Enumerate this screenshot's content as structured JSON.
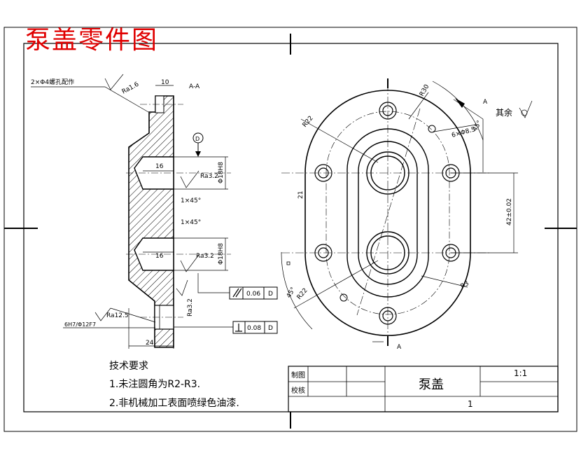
{
  "drawing_title": "泵盖零件图",
  "section_view": {
    "section_label": "A-A",
    "thread_note": "2×Φ4螺孔配作",
    "top_width": "10",
    "roughness_top": "Ra1.6",
    "datum": "D",
    "bore_depth_upper": "16",
    "bore_depth_lower": "16",
    "ra_upper": "Ra3.2",
    "ra_lower": "Ra3.2",
    "ra_bottom": "Ra3.2",
    "ra_side": "Ra12.5",
    "chamfer_upper": "1×45°",
    "chamfer_lower": "1×45°",
    "dia_upper": "Φ18H8",
    "dia_lower": "Φ18H8",
    "fit_note": "6H7/Φ12F7",
    "thickness": "24",
    "parallelism_value": "0.06",
    "perpendicularity_value": "0.08",
    "tolerance_datum": "D"
  },
  "front_view": {
    "cut_label_top": "A",
    "cut_label_bottom": "A",
    "r_outer": "R30",
    "r_pcd": "R22",
    "r_pcd_lower": "R22",
    "hole_note": "6×Φ8.5",
    "angle_upper": "45°",
    "angle_lower": "45°",
    "dim_21": "21",
    "center_distance": "42±0.02",
    "r_corner": "R3",
    "surface_rest": "其余"
  },
  "technical_requirements": {
    "heading": "技术要求",
    "items": [
      "1.未注圆角为R2-R3.",
      "2.非机械加工表面喷绿色油漆."
    ]
  },
  "title_block": {
    "drawn_label": "制图",
    "checked_label": "校核",
    "part_name": "泵盖",
    "scale": "1:1",
    "quantity": "1"
  }
}
